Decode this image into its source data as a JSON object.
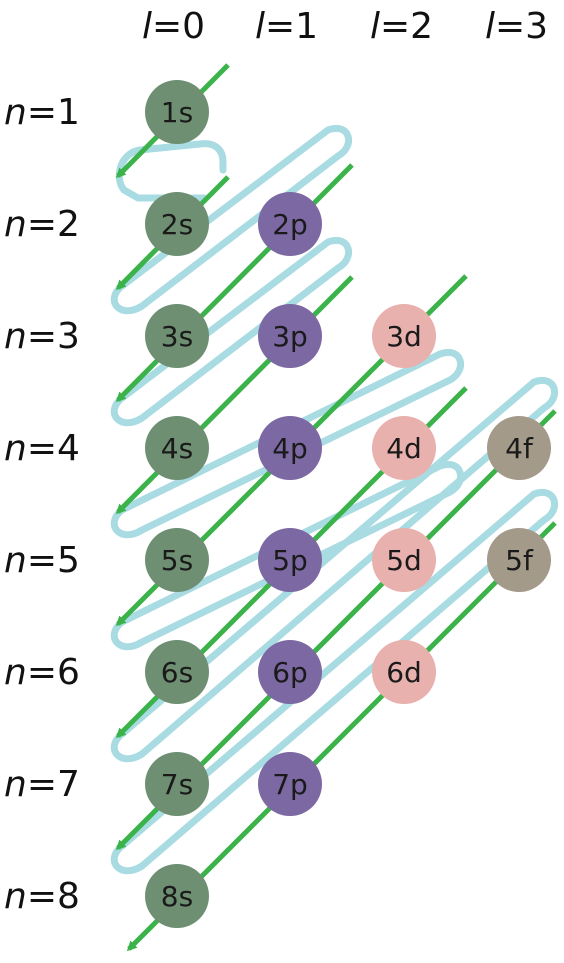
{
  "column_headers": [
    {
      "symbol": "l",
      "eq": "=0"
    },
    {
      "symbol": "l",
      "eq": "=1"
    },
    {
      "symbol": "l",
      "eq": "=2"
    },
    {
      "symbol": "l",
      "eq": "=3"
    }
  ],
  "row_headers": [
    {
      "symbol": "n",
      "eq": "=1"
    },
    {
      "symbol": "n",
      "eq": "=2"
    },
    {
      "symbol": "n",
      "eq": "=3"
    },
    {
      "symbol": "n",
      "eq": "=4"
    },
    {
      "symbol": "n",
      "eq": "=5"
    },
    {
      "symbol": "n",
      "eq": "=6"
    },
    {
      "symbol": "n",
      "eq": "=7"
    },
    {
      "symbol": "n",
      "eq": "=8"
    }
  ],
  "orbitals": [
    [
      "1s"
    ],
    [
      "2s",
      "2p"
    ],
    [
      "3s",
      "3p",
      "3d"
    ],
    [
      "4s",
      "4p",
      "4d",
      "4f"
    ],
    [
      "5s",
      "5p",
      "5d",
      "5f"
    ],
    [
      "6s",
      "6p",
      "6d"
    ],
    [
      "7s",
      "7p"
    ],
    [
      "8s"
    ]
  ],
  "colors": {
    "s": "#6e8f71",
    "p": "#7c68a3",
    "d": "#e8b1ad",
    "f": "#a39a89",
    "arrow": "#3bb34a",
    "path": "#a9dbe3"
  }
}
